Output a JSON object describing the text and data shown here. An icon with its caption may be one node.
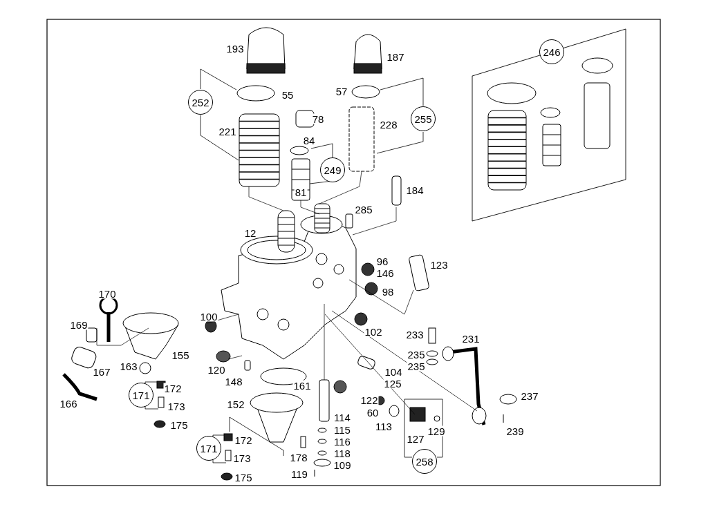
{
  "diagram": {
    "labels": [
      "193",
      "187",
      "246",
      "55",
      "57",
      "252",
      "78",
      "255",
      "221",
      "228",
      "84",
      "249",
      "81",
      "184",
      "285",
      "12",
      "96",
      "146",
      "123",
      "98",
      "170",
      "100",
      "169",
      "102",
      "233",
      "231",
      "155",
      "167",
      "163",
      "235",
      "235",
      "120",
      "104",
      "148",
      "125",
      "161",
      "166",
      "172",
      "171",
      "173",
      "122",
      "237",
      "152",
      "60",
      "113",
      "175",
      "114",
      "129",
      "239",
      "127",
      "115",
      "172",
      "116",
      "171",
      "118",
      "178",
      "173",
      "109",
      "258",
      "175",
      "119"
    ]
  }
}
